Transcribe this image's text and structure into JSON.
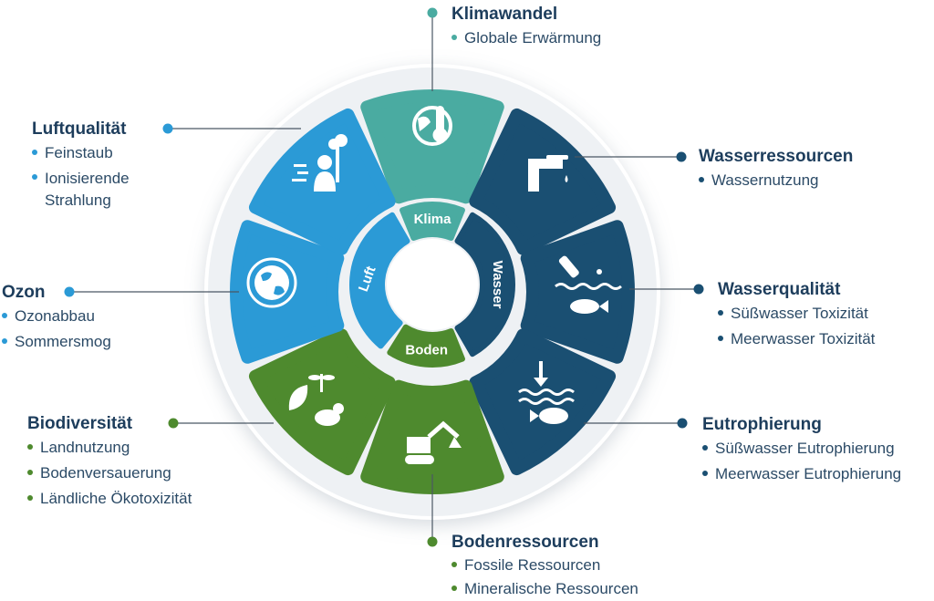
{
  "colors": {
    "teal": "#4aaba1",
    "light_blue": "#2b9ad6",
    "dark_blue": "#1a4f72",
    "green": "#4e8a2e",
    "ring": "#e9edf1",
    "text": "#1d3d5c",
    "connector": "#4a5763"
  },
  "inner": {
    "klima": "Klima",
    "wasser": "Wasser",
    "boden": "Boden",
    "luft": "Luft"
  },
  "categories": {
    "klimawandel": {
      "title": "Klimawandel",
      "items": [
        "Globale Erwärmung"
      ],
      "icon": "thermometer-globe-icon"
    },
    "wasserressourcen": {
      "title": "Wasserressourcen",
      "items": [
        "Wassernutzung"
      ],
      "icon": "water-tap-icon"
    },
    "wasserqualitaet": {
      "title": "Wasserqualität",
      "items": [
        "Süßwasser Toxizität",
        "Meerwasser Toxizität"
      ],
      "icon": "test-tube-fish-icon"
    },
    "eutrophierung": {
      "title": "Eutrophierung",
      "items": [
        "Süßwasser Eutrophierung",
        "Meerwasser Eutrophierung"
      ],
      "icon": "arrow-water-fish-icon"
    },
    "bodenressourcen": {
      "title": "Bodenressourcen",
      "items": [
        "Fossile Ressourcen",
        "Mineralische Ressourcen"
      ],
      "icon": "excavator-icon"
    },
    "biodiversitaet": {
      "title": "Biodiversität",
      "items": [
        "Landnutzung",
        "Bodenversauerung",
        "Ländliche Ökotoxizität"
      ],
      "icon": "leaf-bird-dragonfly-icon"
    },
    "ozon": {
      "title": "Ozon",
      "items": [
        "Ozonabbau",
        "Sommersmog"
      ],
      "icon": "globe-icon"
    },
    "luftqualitaet": {
      "title": "Luftqualität",
      "items": [
        "Feinstaub",
        "Ionisierende Strahlung"
      ],
      "icon": "person-smog-icon"
    }
  }
}
